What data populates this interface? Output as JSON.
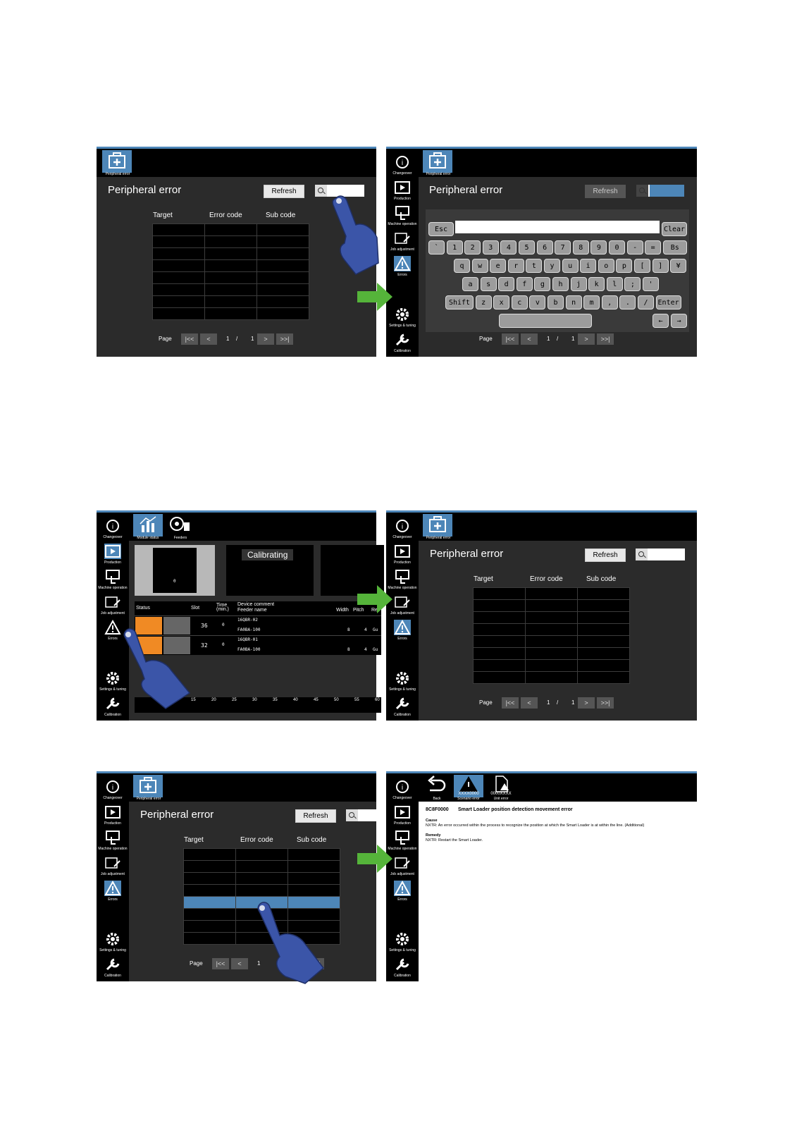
{
  "common": {
    "panel_title": "Peripheral error",
    "tab_peripheral_error": "Peripheral error",
    "refresh_label": "Refresh",
    "col_target": "Target",
    "col_error_code": "Error code",
    "col_sub_code": "Sub code",
    "page_label": "Page",
    "page_current": "1",
    "page_sep": "/",
    "page_total": "1",
    "btn_first": "|<<",
    "btn_prev": "<",
    "btn_next": ">",
    "btn_last": ">>|"
  },
  "sidebar": {
    "items": [
      {
        "label": "Changeover"
      },
      {
        "label": "Production"
      },
      {
        "label": "Machine operation"
      },
      {
        "label": "Job adjustment"
      },
      {
        "label": "Errors"
      },
      {
        "label": "Settings & tuning"
      },
      {
        "label": "Calibration"
      }
    ]
  },
  "keyboard": {
    "esc": "Esc",
    "clear": "Clear",
    "row1": [
      "`",
      "1",
      "2",
      "3",
      "4",
      "5",
      "6",
      "7",
      "8",
      "9",
      "0",
      "-",
      "=",
      "Bs"
    ],
    "row2": [
      "q",
      "w",
      "e",
      "r",
      "t",
      "y",
      "u",
      "i",
      "o",
      "p",
      "[",
      "]",
      "¥"
    ],
    "row3": [
      "a",
      "s",
      "d",
      "f",
      "g",
      "h",
      "j",
      "k",
      "l",
      ";",
      "'"
    ],
    "row4": [
      "Shift",
      "z",
      "x",
      "c",
      "v",
      "b",
      "n",
      "m",
      ",",
      ".",
      "/",
      "Enter"
    ],
    "arrows": [
      "←",
      "→"
    ]
  },
  "module_status": {
    "tab_module": "Module status",
    "tab_feeders": "Feeders",
    "calibrating": "Calibrating",
    "head_value": "0",
    "headers": {
      "status": "Status",
      "slot": "Slot",
      "time": "Time (min.)",
      "device_comment": "Device comment",
      "feeder_name": "Feeder name",
      "width": "Width",
      "pitch": "Pitch",
      "re": "Re"
    },
    "rows": [
      {
        "slot": "36",
        "time": "0",
        "comment": "16QBR-02",
        "feeder": "FA0BA-100",
        "width": "8",
        "pitch": "4",
        "extra": "Gu"
      },
      {
        "slot": "32",
        "time": "0",
        "comment": "16QBR-01",
        "feeder": "FA0BA-100",
        "width": "8",
        "pitch": "4",
        "extra": "Gu"
      }
    ],
    "ruler": [
      "15",
      "20",
      "25",
      "30",
      "35",
      "40",
      "45",
      "50",
      "55",
      "60"
    ]
  },
  "detail": {
    "tab_back": "Back",
    "tab_scenario_code": "XXXX0000",
    "tab_scenario": "Scenario error",
    "tab_unit_code": "0000XXXX",
    "tab_unit": "Unit error",
    "code": "8C8F0000",
    "title": "Smart Loader position detection movement error",
    "cause_label": "Cause",
    "cause_text": "NXTR: An error occurred within the process to recognize the position at which the Smart Loader is at within the line. (Additional)",
    "remedy_label": "Remedy",
    "remedy_text": "NXTR: Restart the Smart Loader."
  },
  "colors": {
    "accent": "#4d86b8",
    "arrow": "#55b43a",
    "hand": "#3b55a8",
    "orange": "#f08a24"
  }
}
